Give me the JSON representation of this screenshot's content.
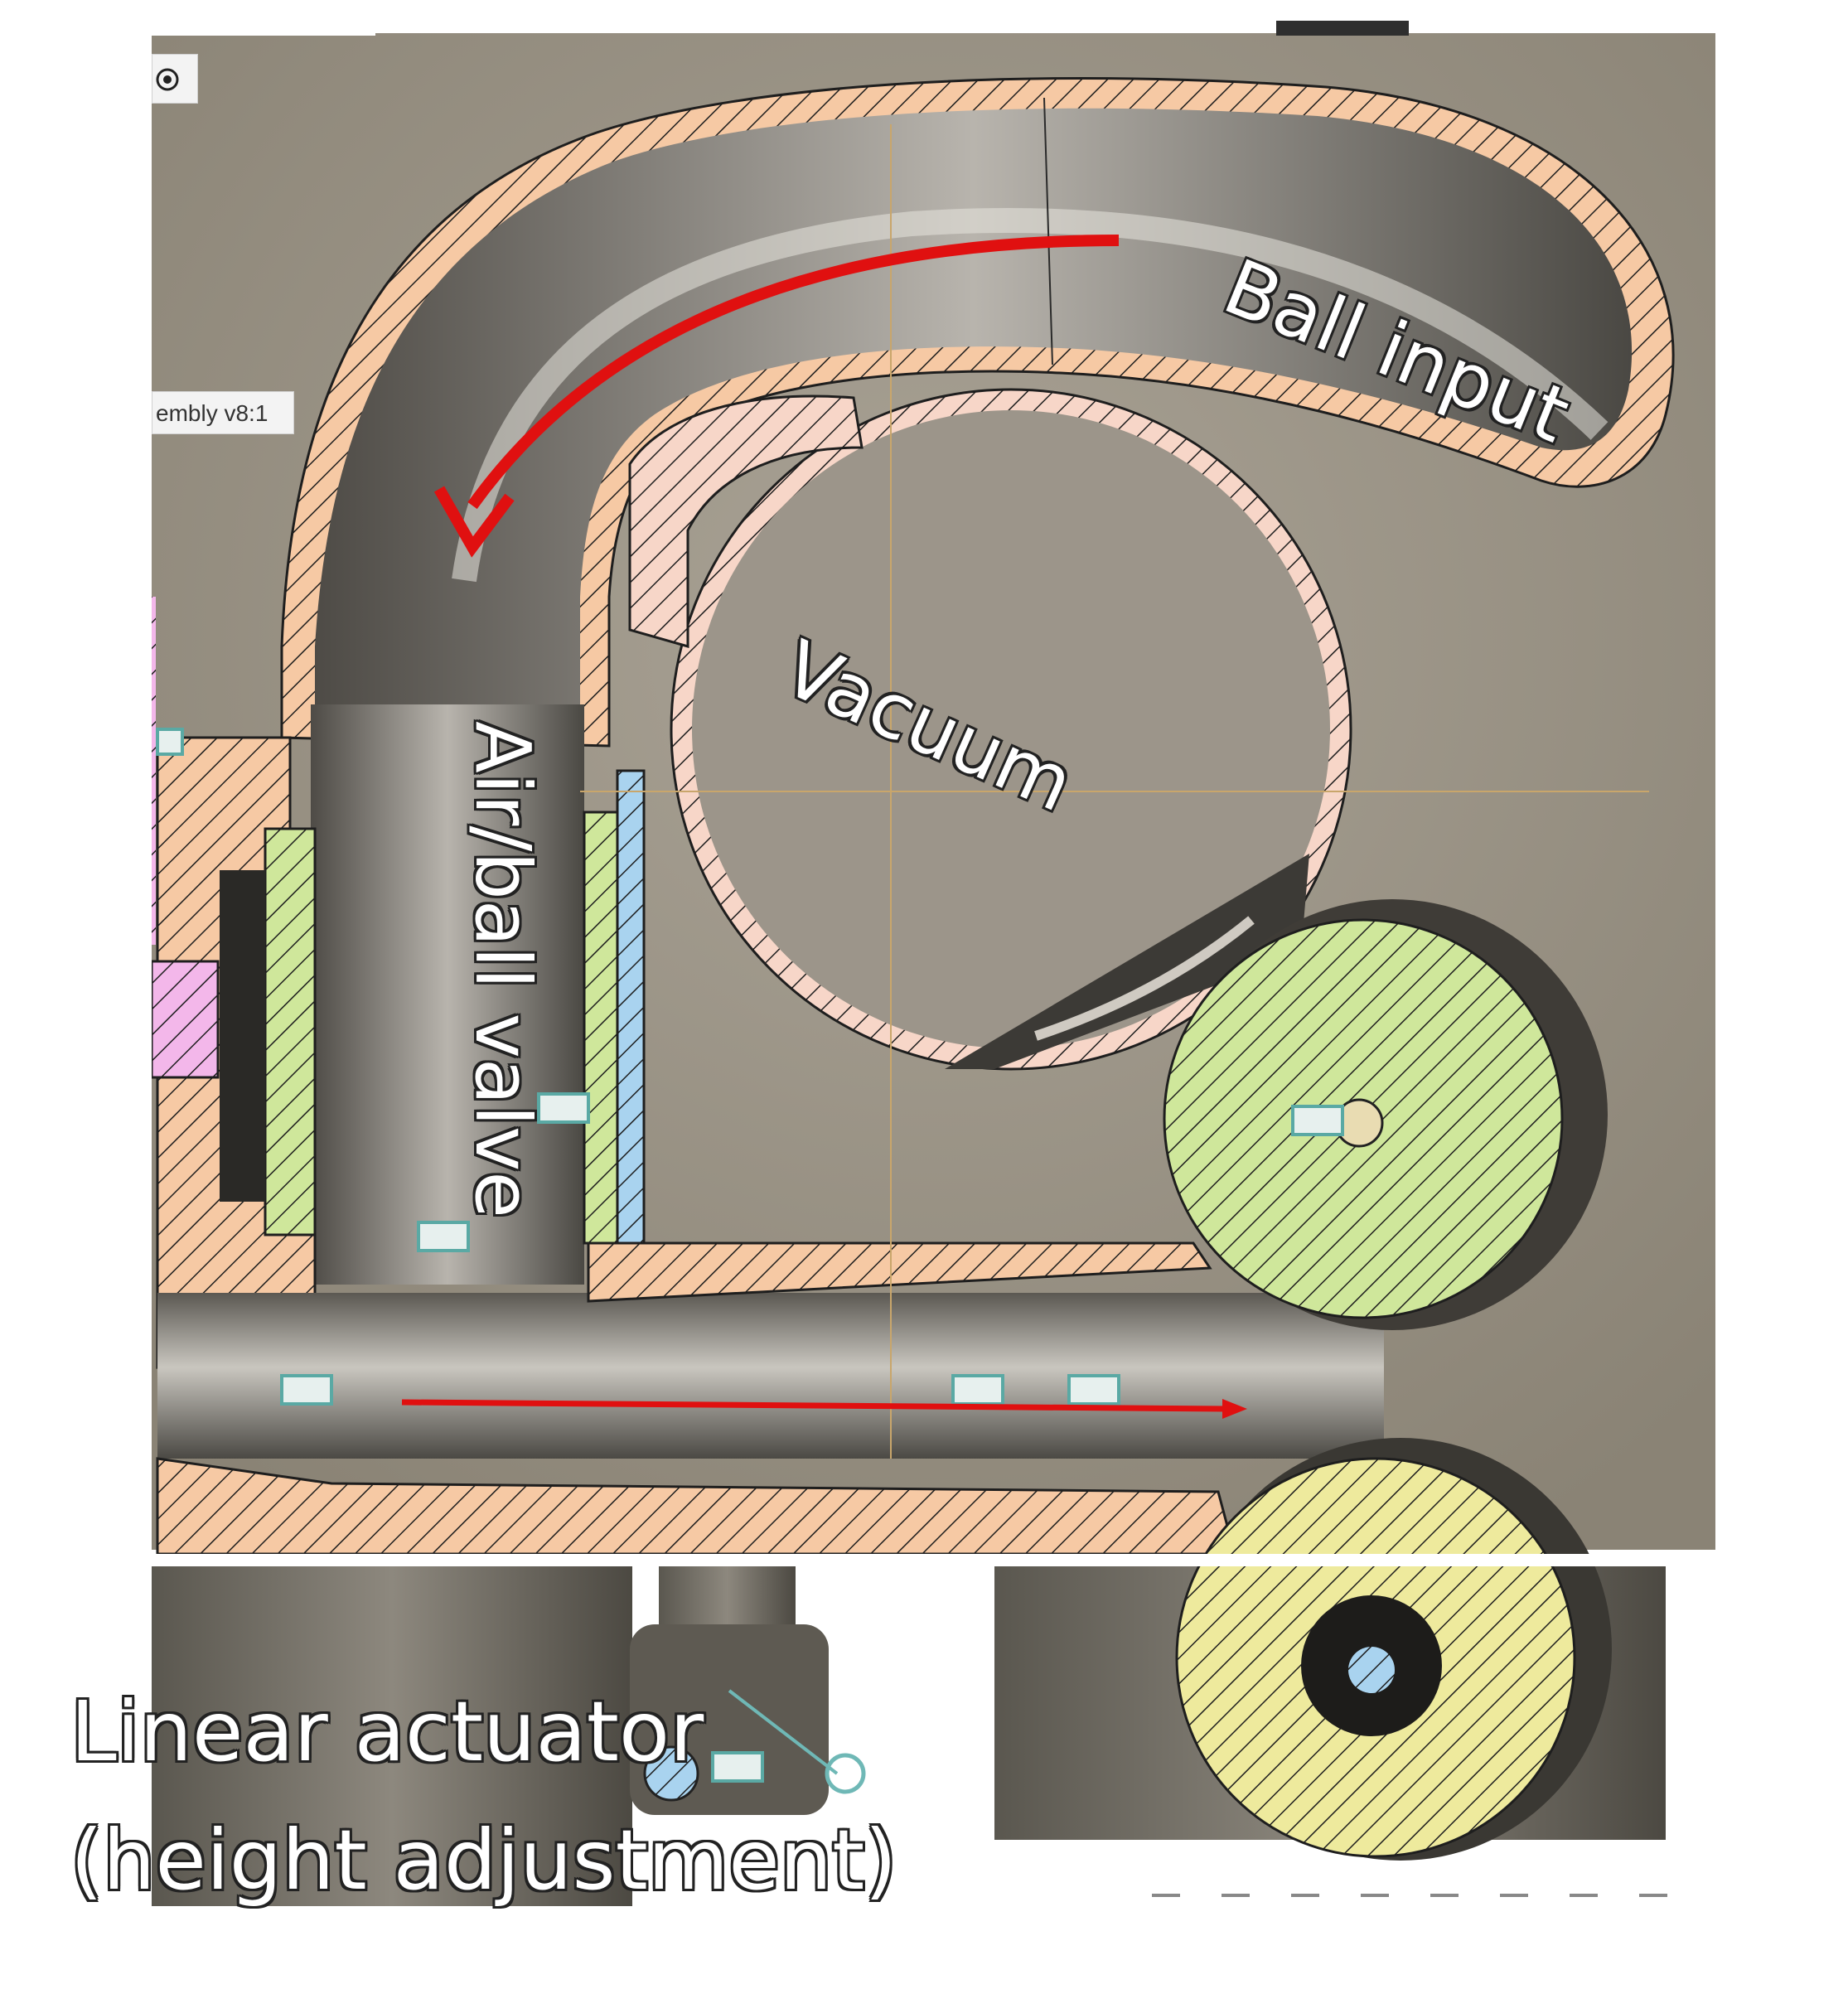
{
  "window": {
    "document_tab_label": "embly v8:1"
  },
  "labels": {
    "ball_input": "Ball input",
    "vacuum": "Vacuum",
    "air_ball_valve": "Air/ball valve",
    "linear_actuator_line1": "Linear actuator",
    "linear_actuator_line2": "(height adjustment)"
  },
  "colors": {
    "background": "#9a9385",
    "section_orange": "#f6c9a4",
    "section_pink_light": "#f7d6c8",
    "section_green": "#cfe79b",
    "section_yellow": "#eeea9d",
    "section_blue": "#a9d3ef",
    "section_magenta": "#f3b7ea",
    "flow_arrow": "#e01010"
  },
  "toolbar": {
    "icons": [
      "orbit-icon",
      "pan-icon",
      "hand-icon",
      "zoom-icon",
      "fit-icon",
      "display-icon",
      "grid-icon",
      "viewports-icon"
    ]
  }
}
